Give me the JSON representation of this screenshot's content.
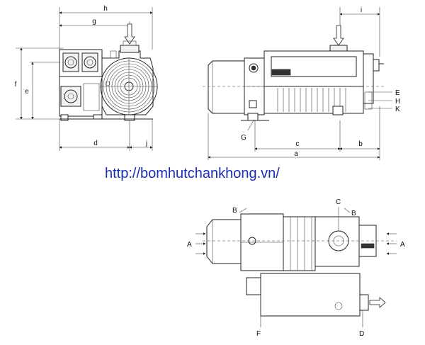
{
  "watermark_url": "http://bomhutchankhong.vn/",
  "front_view": {
    "dimensions": {
      "h": "h",
      "g": "g",
      "f": "f",
      "e": "e",
      "d": "d",
      "j": "j"
    }
  },
  "side_view": {
    "dimensions": {
      "i": "i",
      "c": "c",
      "b": "b",
      "a": "a"
    },
    "ports": {
      "E": "E",
      "H": "H",
      "K": "K",
      "G": "G"
    }
  },
  "top_view": {
    "callouts": {
      "B_left": "B",
      "B_right": "B",
      "C": "C",
      "A_left": "A",
      "A_right": "A",
      "F": "F",
      "D": "D"
    }
  }
}
